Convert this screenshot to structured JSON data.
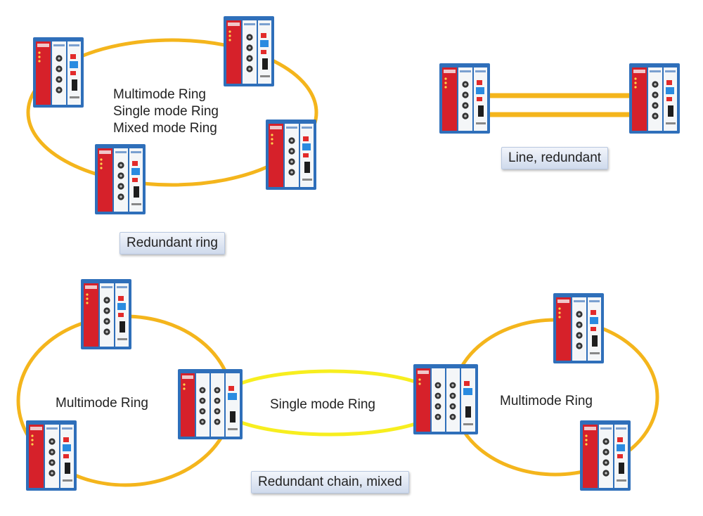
{
  "diagrams": {
    "redundant_ring": {
      "label_line1": "Multimode Ring",
      "label_line2": "Single mode Ring",
      "label_line3": "Mixed mode Ring",
      "caption": "Redundant ring"
    },
    "line_redundant": {
      "caption": "Line, redundant"
    },
    "redundant_chain": {
      "left_ring_label": "Multimode Ring",
      "middle_ring_label": "Single mode Ring",
      "right_ring_label": "Multimode Ring",
      "caption": "Redundant chain, mixed"
    }
  },
  "colors": {
    "fiber_orange": "#f4b51c",
    "fiber_yellow": "#f7ee1f",
    "device_frame": "#2f6fba",
    "device_red_module": "#d6212a",
    "device_white_module": "#f4f6f8",
    "port_dark": "#333333",
    "accent_blue": "#2a8be0"
  },
  "legend": {
    "device_icon": "fiber-optic-switch-module-icon"
  }
}
